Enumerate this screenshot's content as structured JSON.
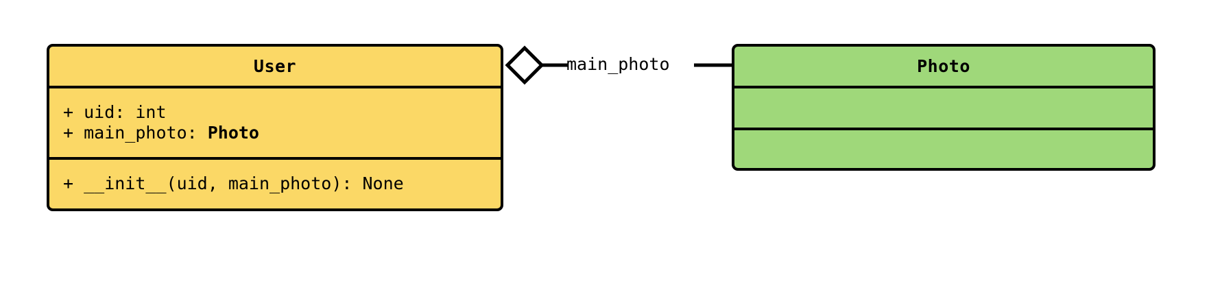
{
  "diagram": {
    "type": "uml-class-diagram",
    "background_color": "#ffffff",
    "line_color": "#000000",
    "classes": [
      {
        "id": "user",
        "name": "User",
        "fill_color": "#fbd866",
        "attributes": [
          {
            "visibility": "+",
            "text": "+ uid: int",
            "name": "uid",
            "type": "int",
            "type_is_class": false
          },
          {
            "visibility": "+",
            "text": "+ main_photo: ",
            "name": "main_photo",
            "type": "Photo",
            "type_is_class": true
          }
        ],
        "methods": [
          {
            "visibility": "+",
            "text": "+ __init__(uid, main_photo): None",
            "name": "__init__",
            "params": "uid, main_photo",
            "returns": "None"
          }
        ]
      },
      {
        "id": "photo",
        "name": "Photo",
        "fill_color": "#9fd87a",
        "attributes": [],
        "methods": []
      }
    ],
    "relationships": [
      {
        "id": "user-photo-aggregation",
        "kind": "aggregation",
        "source": "User",
        "target": "Photo",
        "label": "main_photo",
        "diamond_fill": "#ffffff",
        "diamond_stroke": "#000000"
      }
    ]
  }
}
